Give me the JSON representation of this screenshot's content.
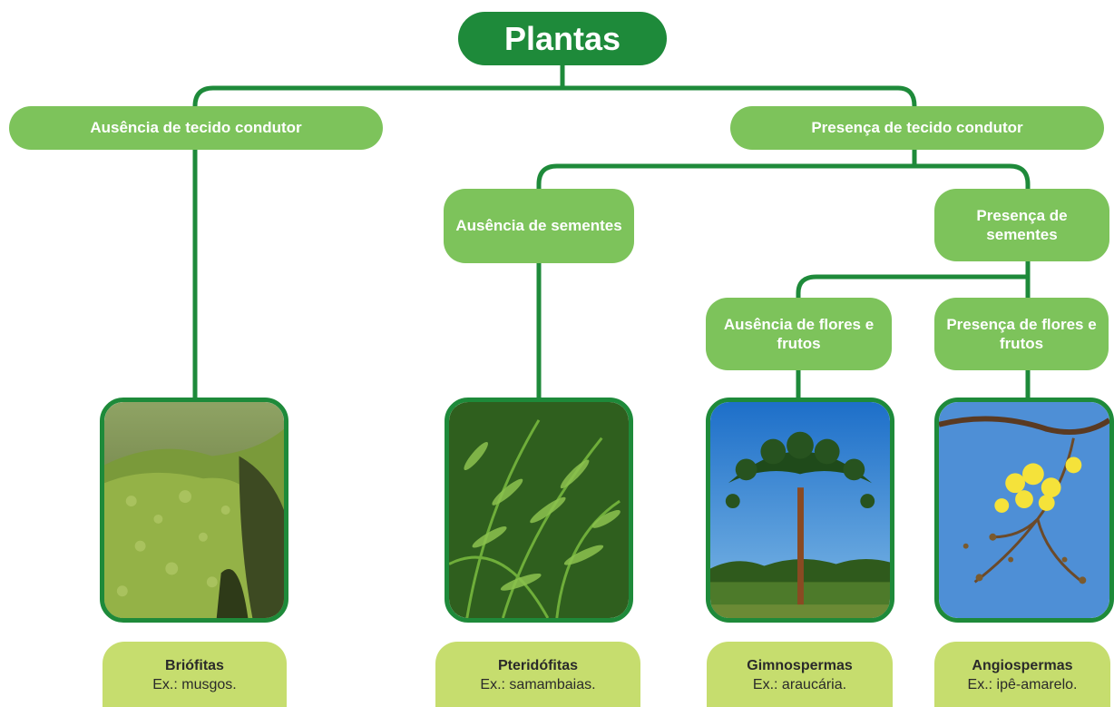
{
  "root": {
    "label": "Plantas"
  },
  "level1": {
    "absence": "Ausência de tecido condutor",
    "presence": "Presença de tecido condutor"
  },
  "level2": {
    "absence": "Ausência de sementes",
    "presence": "Presença de sementes"
  },
  "level3": {
    "absence": "Ausência de flores e frutos",
    "presence": "Presença de flores e frutos"
  },
  "groups": [
    {
      "name": "Briófitas",
      "example": "Ex.: musgos.",
      "photo_icon": "moss-photo"
    },
    {
      "name": "Pteridófitas",
      "example": "Ex.: samambaias.",
      "photo_icon": "fern-photo"
    },
    {
      "name": "Gimnospermas",
      "example": "Ex.: araucária.",
      "photo_icon": "araucaria-photo"
    },
    {
      "name": "Angiospermas",
      "example": "Ex.: ipê-amarelo.",
      "photo_icon": "ipe-flower-photo"
    }
  ],
  "colors": {
    "root": "#1e8a3a",
    "connector": "#1e8a3a",
    "category": "#7dc35b",
    "result": "#c6dd6e"
  }
}
